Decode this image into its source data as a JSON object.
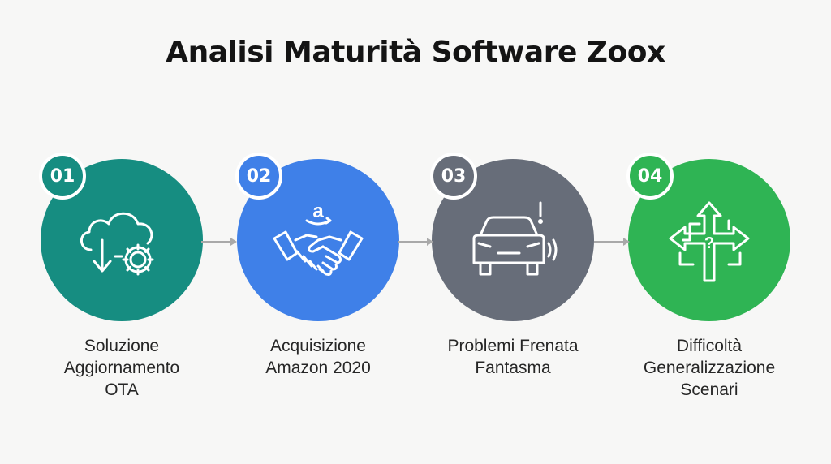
{
  "title": "Analisi Maturità Software Zoox",
  "steps": [
    {
      "number": "01",
      "color": "#168d81",
      "icon": "cloud-download-gear-icon",
      "label_lines": [
        "Soluzione",
        "Aggiornamento",
        "OTA"
      ]
    },
    {
      "number": "02",
      "color": "#3f80e8",
      "icon": "amazon-handshake-icon",
      "label_lines": [
        "Acquisizione",
        "Amazon 2020"
      ]
    },
    {
      "number": "03",
      "color": "#676d79",
      "icon": "car-warning-icon",
      "label_lines": [
        "Problemi Frenata",
        "Fantasma"
      ]
    },
    {
      "number": "04",
      "color": "#2fb454",
      "icon": "question-arrows-icon",
      "label_lines": [
        "Difficoltà",
        "Generalizzazione",
        "Scenari"
      ]
    }
  ],
  "connector_color": "#a9a9a9"
}
